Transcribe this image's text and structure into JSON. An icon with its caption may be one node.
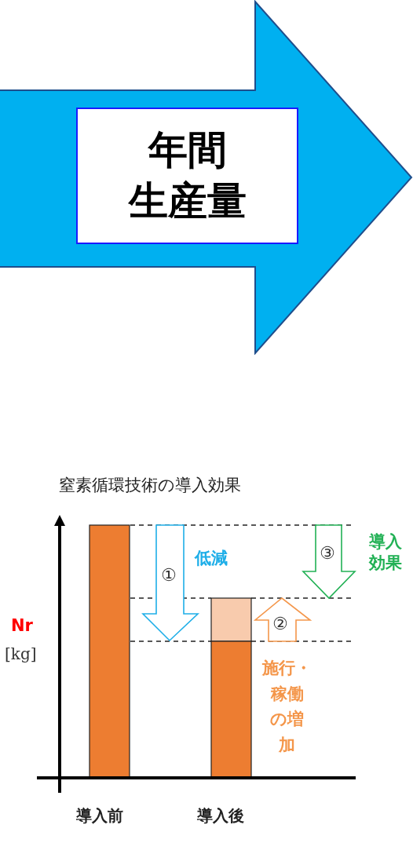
{
  "diagram": {
    "nodes": [
      {
        "text": [],
        "shape": "arrow"
      },
      {
        "text": [
          "年間生産量"
        ],
        "in": 0
      }
    ],
    "edges": [],
    "labels": [
      "窒素循環技術の導入効果",
      "①",
      "低減",
      "③",
      "導入効果",
      "②",
      "Nr",
      "[kg]",
      "施行・稼働の増加",
      "導入前",
      "導入後"
    ]
  }
}
